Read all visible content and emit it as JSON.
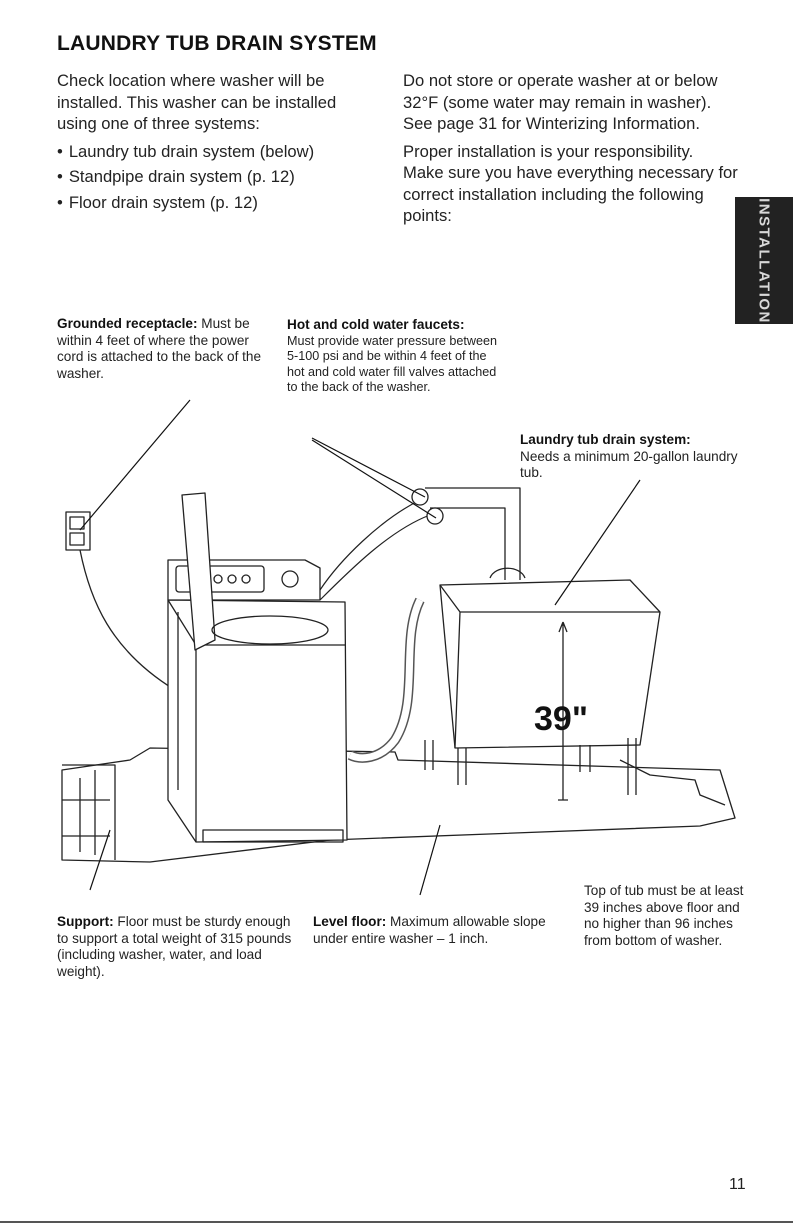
{
  "title": "LAUNDRY TUB DRAIN SYSTEM",
  "left_column": {
    "intro": "Check location where washer will be installed. This washer can be installed using one of three systems:",
    "systems": [
      "Laundry tub drain system (below)",
      "Standpipe drain system (p. 12)",
      "Floor drain system (p. 12)"
    ]
  },
  "right_column": {
    "para1": "Do not store or operate washer at or below 32°F (some water may remain in washer). See page 31 for Winterizing Information.",
    "para2": "Proper installation is your responsibility. Make sure you have everything necessary for correct installation including the following points:"
  },
  "side_tab": "INSTALLATION",
  "callouts": {
    "grounded": {
      "label": "Grounded receptacle:",
      "text": " Must be within 4 feet of where the power cord is attached to the back of the washer."
    },
    "faucets": {
      "label": "Hot and cold water faucets:",
      "text": "Must provide water pressure between 5-100 psi and be within 4 feet of the hot and cold water fill valves attached to the back of the washer."
    },
    "tub": {
      "label": "Laundry tub drain system:",
      "text": "Needs a minimum 20-gallon laundry tub."
    },
    "support": {
      "label": "Support:",
      "text": " Floor must be sturdy enough to support a total weight of 315 pounds (including washer, water, and load weight)."
    },
    "level": {
      "label": "Level floor:",
      "text": " Maximum allowable slope under entire washer – 1 inch."
    },
    "top_of_tub": {
      "text": "Top of tub must be at least 39 inches above floor and no higher than 96 inches from bottom of washer."
    }
  },
  "dimension_label": "39\"",
  "page_number": "11"
}
